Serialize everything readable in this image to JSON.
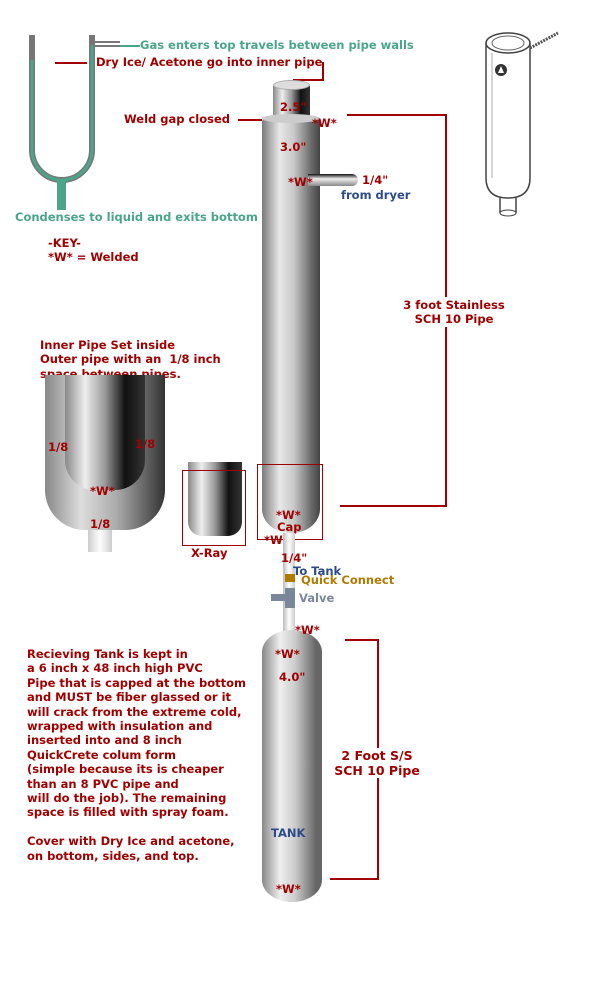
{
  "labels": {
    "gas_enters": "Gas enters top travels between pipe walls",
    "dry_ice": "Dry Ice/ Acetone go into inner pipe",
    "weld_gap": "Weld gap closed",
    "condenses": "Condenses to liquid and exits bottom",
    "key_title": "-KEY-",
    "key_welded": "*W* = Welded",
    "inner_dia": "2.5\"",
    "outer_dia": "3.0\"",
    "weld": "*W*",
    "quarter_inch": "1/4\"",
    "from_dryer": "from dryer",
    "three_foot_line1": "3 foot Stainless",
    "three_foot_line2": "SCH 10 Pipe",
    "inner_pipe_note": "Inner Pipe Set inside\nOuter pipe with an  1/8 inch\nspace between pipes.",
    "eighth": "1/8",
    "xray": "X-Ray",
    "cap": "Cap",
    "to_tank": "To Tank",
    "quick_connect": "Quick Connect",
    "valve": "Valve",
    "tank_dia": "4.0\"",
    "two_foot_line1": "2 Foot S/S",
    "two_foot_line2": "SCH 10 Pipe",
    "tank": "TANK",
    "receiving_note": "Recieving Tank is kept in\na 6 inch x 48 inch high PVC\nPipe that is capped at the bottom\nand MUST be fiber glassed or it\nwill crack from the extreme cold,\nwrapped with insulation and\ninserted into and 8 inch\nQuickCrete colum form\n(simple because its is cheaper\nthan an 8 PVC pipe and\nwill do the job). The remaining\nspace is filled with spray foam.\n\nCover with Dry Ice and acetone,\non bottom, sides, and top."
  },
  "colors": {
    "red": "#a00000",
    "teal": "#4aa58a",
    "blue": "#2c4a8c",
    "gold": "#b07a00"
  }
}
